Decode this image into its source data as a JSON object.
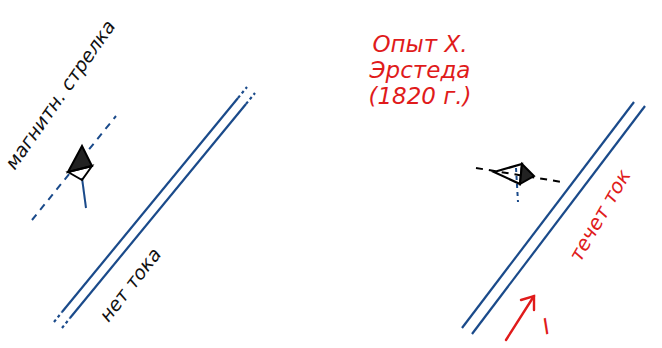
{
  "diagram": {
    "title": "Опыт Х. Эрстеда (1820 г.)",
    "labels": [
      "магнитн. стрелка",
      "нет тока",
      "течет ток",
      "I"
    ]
  }
}
